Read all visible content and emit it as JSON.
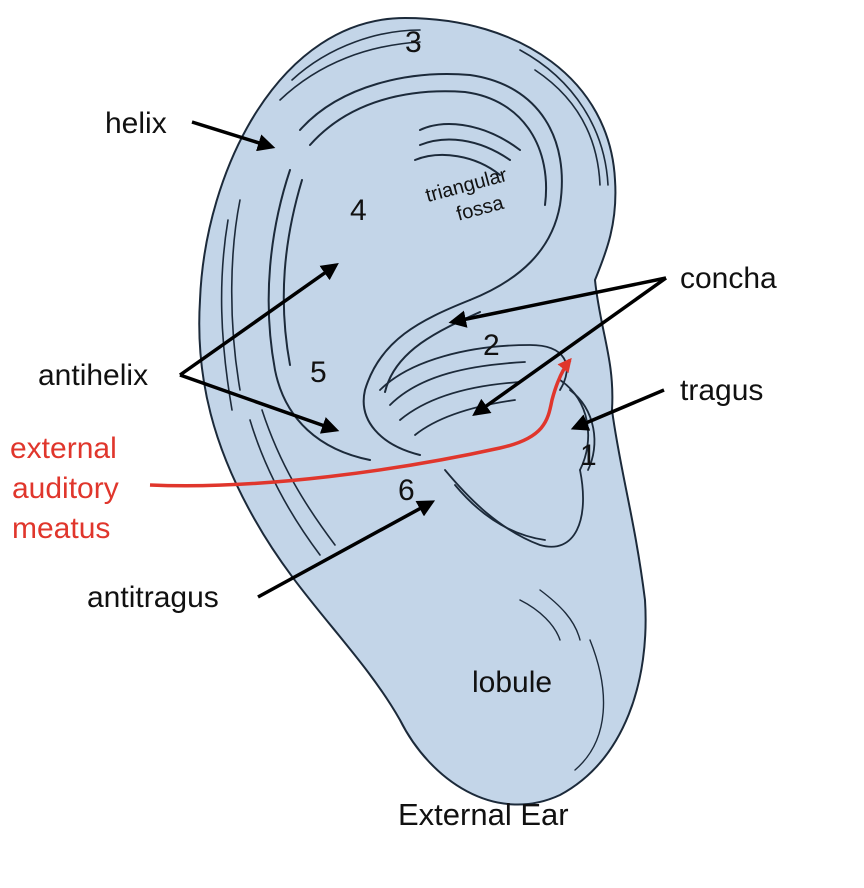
{
  "labels": {
    "helix": "helix",
    "antihelix": "antihelix",
    "antitragus": "antitragus",
    "concha": "concha",
    "tragus": "tragus",
    "lobule": "lobule",
    "triangular_fossa_line1": "triangular",
    "triangular_fossa_line2": "fossa",
    "external_auditory_meatus": [
      "external",
      "auditory",
      "meatus"
    ]
  },
  "numbers": [
    "1",
    "2",
    "3",
    "4",
    "5",
    "6"
  ],
  "caption": "External Ear",
  "colors": {
    "ear_fill": "#c3d5e8",
    "ink": "#1c2a3a",
    "arrow": "#000000",
    "meatus": "#e0362c"
  }
}
